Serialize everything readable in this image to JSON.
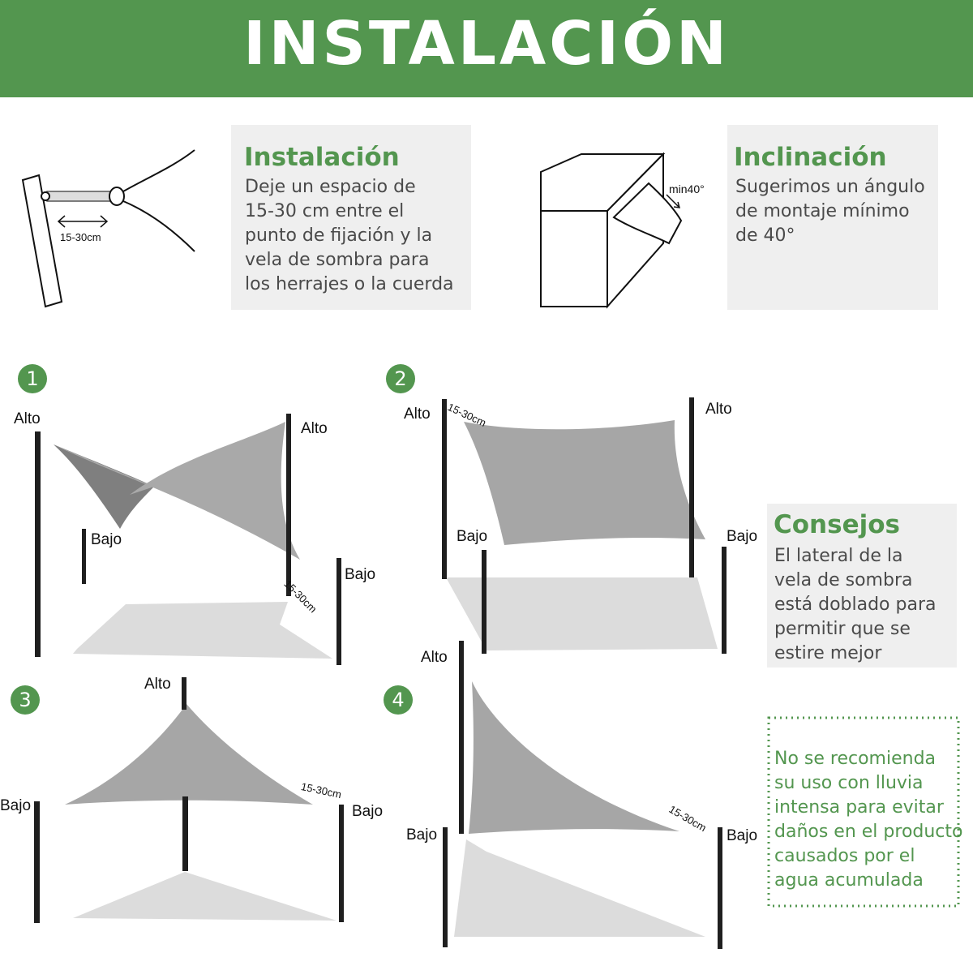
{
  "header": {
    "title": "INSTALACIÓN"
  },
  "installation_tip": {
    "title": "Instalación",
    "lines": [
      "Deje un espacio de",
      "15-30 cm entre el",
      "punto de fijación y la",
      "vela de sombra para",
      "los herrajes o la cuerda"
    ],
    "diagram_label": "15-30cm"
  },
  "inclination_tip": {
    "title": "Inclinación",
    "lines": [
      "Sugerimos un ángulo",
      "de montaje mínimo",
      "de 40°"
    ],
    "angle_label": "min40°"
  },
  "advice_box": {
    "title": "Consejos",
    "lines": [
      "El lateral de la",
      "vela de sombra",
      "está doblado para",
      "permitir que se",
      "estire mejor"
    ]
  },
  "rain_warning": {
    "lines": [
      "No se recomienda",
      "su uso con lluvia",
      "intensa para evitar",
      "daños en el producto",
      "causados por el",
      "agua acumulada"
    ]
  },
  "setups": [
    {
      "number": "1",
      "labels": [
        "Alto",
        "Alto",
        "Bajo",
        "Bajo"
      ],
      "gap": "15-30cm"
    },
    {
      "number": "2",
      "labels": [
        "Alto",
        "Alto",
        "Bajo",
        "Bajo"
      ],
      "gap": "15-30cm"
    },
    {
      "number": "3",
      "labels": [
        "Alto",
        "Bajo",
        "Bajo"
      ],
      "gap": "15-30cm"
    },
    {
      "number": "4",
      "labels": [
        "Alto",
        "Bajo",
        "Bajo"
      ],
      "gap": "15-30cm"
    }
  ],
  "colors": {
    "accent": "#53964f",
    "panel": "#efefef",
    "sail": "#a6a6a6",
    "sail_dark": "#7f7f7f",
    "shadow": "#dcdcdc",
    "pole": "#1f1f1f"
  }
}
